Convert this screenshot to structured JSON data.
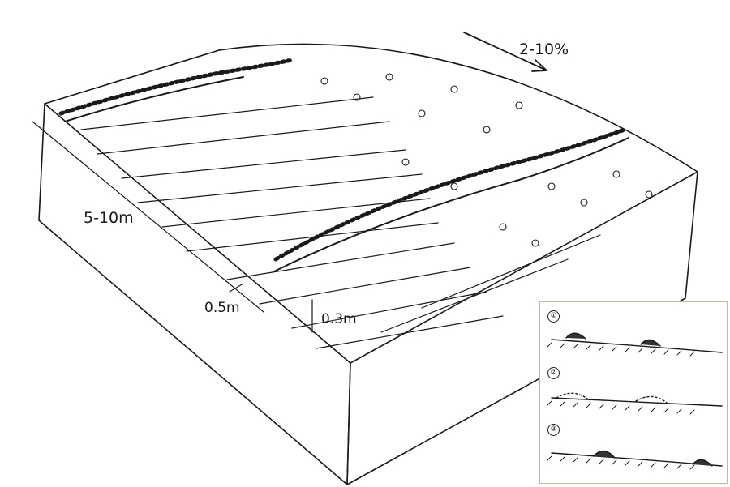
{
  "labels": {
    "slope": "2-10%",
    "strip_spacing": "5-10m",
    "strip_width": "0.5m",
    "strip_height": "0.3m"
  },
  "inset": {
    "steps": [
      "①",
      "②",
      "③"
    ]
  },
  "colors": {
    "ink": "#1a1a1a",
    "inset_border": "#a8c79a"
  }
}
